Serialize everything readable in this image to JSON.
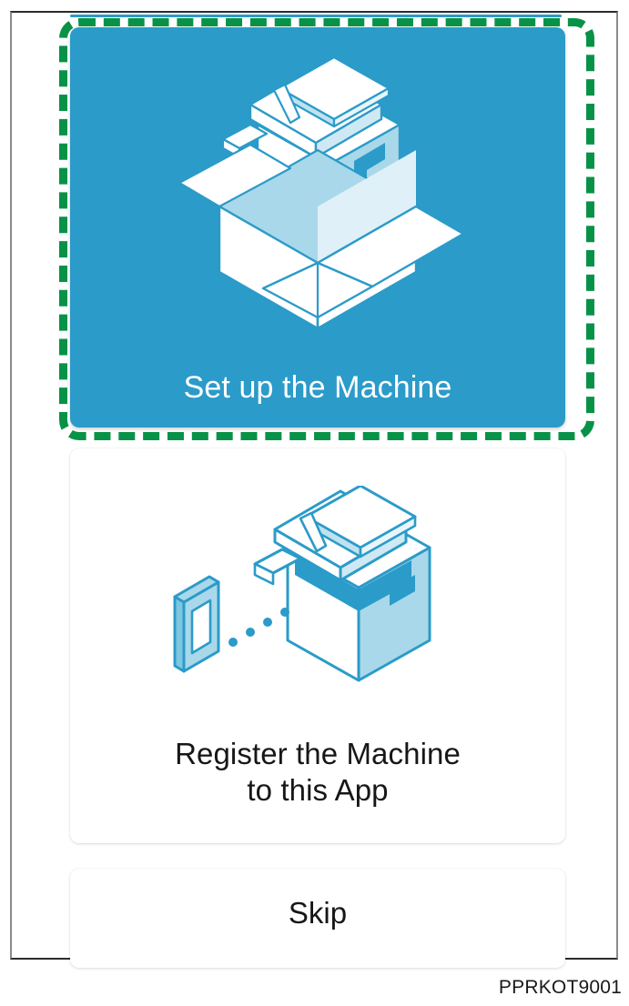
{
  "screen": {
    "background_color": "#ffffff",
    "accent_blue": "#2b9bc9",
    "highlight_color": "#089247",
    "text_dark": "#171717",
    "text_light": "#ffffff"
  },
  "cards": [
    {
      "id": "setup-machine",
      "label": "Set up the Machine",
      "selected": true,
      "style": "filled-blue",
      "icon": "printer-in-open-box-icon"
    },
    {
      "id": "register-machine",
      "label_line1": "Register the Machine",
      "label_line2": "to this App",
      "selected": false,
      "style": "white",
      "icon": "phone-connecting-to-printer-icon"
    }
  ],
  "skip_button": {
    "label": "Skip"
  },
  "footer": {
    "code": "PPRKOT9001"
  }
}
